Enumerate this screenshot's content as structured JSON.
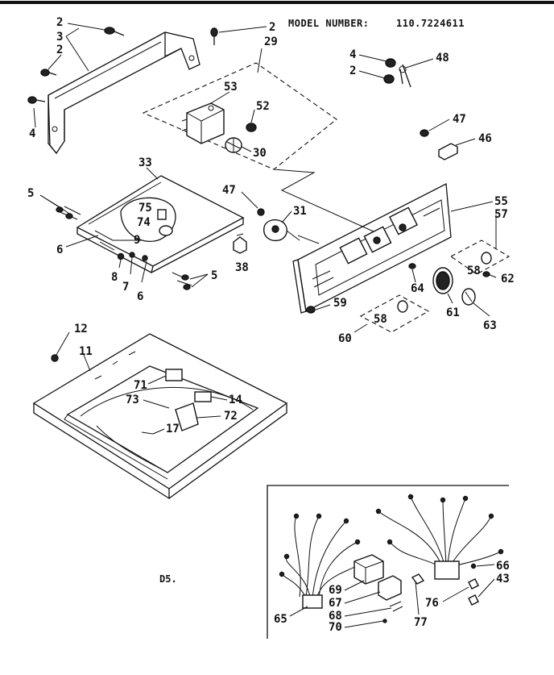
{
  "header": {
    "model_label": "MODEL NUMBER:",
    "model_number": "110.7224611"
  },
  "footer_code": "D5.",
  "callouts": {
    "c2a": "2",
    "c3": "3",
    "c2b": "2",
    "c2c": "2",
    "c29": "29",
    "c4a": "4",
    "c53": "53",
    "c52": "52",
    "c30": "30",
    "c4b": "4",
    "c2d": "2",
    "c48": "48",
    "c47a": "47",
    "c46": "46",
    "c33": "33",
    "c5a": "5",
    "c75": "75",
    "c74": "74",
    "c6a": "6",
    "c9": "9",
    "c8": "8",
    "c7": "7",
    "c6b": "6",
    "c5b": "5",
    "c47b": "47",
    "c31": "31",
    "c38": "38",
    "c55": "55",
    "c57": "57",
    "c58a": "58",
    "c62": "62",
    "c64": "64",
    "c59": "59",
    "c61": "61",
    "c63": "63",
    "c58b": "58",
    "c60": "60",
    "c12": "12",
    "c11": "11",
    "c71": "71",
    "c73": "73",
    "c14": "14",
    "c72": "72",
    "c17": "17",
    "c66": "66",
    "c43": "43",
    "c69": "69",
    "c67": "67",
    "c76": "76",
    "c68": "68",
    "c70": "70",
    "c77": "77",
    "c65": "65"
  }
}
